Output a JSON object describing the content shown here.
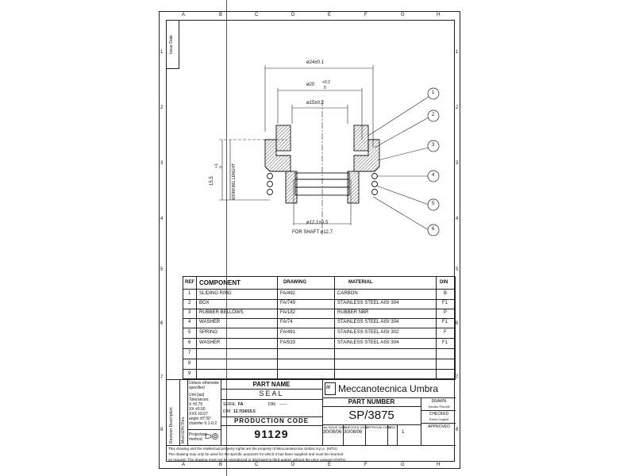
{
  "zones": {
    "cols": [
      "A",
      "B",
      "C",
      "D",
      "E",
      "F",
      "G",
      "H"
    ],
    "rows": [
      "1",
      "2",
      "3",
      "4",
      "5",
      "6",
      "7",
      "8"
    ]
  },
  "issue_label": "Issue Date",
  "drawing": {
    "dim_outer": "ø24±0.1",
    "dim_mid_main": "ø20",
    "dim_mid_tol_top": "+0.2",
    "dim_mid_tol_bottom": "0",
    "dim_inner": "ø15±0.2",
    "dim_height_main": "15.5",
    "dim_height_tol_top": "+1",
    "dim_height_tol_bottom": "0",
    "working_length": "WORKING LENGHT",
    "dim_bottom": "ø12.1±0.3",
    "shaft_label": "FOR SHAFT ø12.7",
    "callouts": [
      "1",
      "2",
      "3",
      "4",
      "5",
      "6"
    ]
  },
  "table": {
    "headers": [
      "REF",
      "COMPONENT",
      "DRAWING",
      "MATERIAL",
      "DIN"
    ],
    "rows": [
      {
        "ref": "1",
        "component": "SLIDING RING",
        "drawing": "FA/492",
        "material": "CARBON",
        "din": "B"
      },
      {
        "ref": "2",
        "component": "BOX",
        "drawing": "FA/749",
        "material": "STAINLESS STEEL AISI 304",
        "din": "F1"
      },
      {
        "ref": "3",
        "component": "RUBBER BELLOWS",
        "drawing": "FA/182",
        "material": "RUBBER NBR",
        "din": "P"
      },
      {
        "ref": "4",
        "component": "WASHER",
        "drawing": "FA/74",
        "material": "STAINLESS STEEL AISI 304",
        "din": "F1"
      },
      {
        "ref": "5",
        "component": "SPRING",
        "drawing": "FA/491",
        "material": "STAINLESS STEEL AISI 302",
        "din": "F"
      },
      {
        "ref": "6",
        "component": "WASHER",
        "drawing": "FA/533",
        "material": "STAINLESS STEEL AISI 304",
        "din": "F1"
      },
      {
        "ref": "7",
        "component": "",
        "drawing": "",
        "material": "",
        "din": ""
      },
      {
        "ref": "8",
        "component": "",
        "drawing": "",
        "material": "",
        "din": ""
      },
      {
        "ref": "9",
        "component": "",
        "drawing": "",
        "material": "",
        "din": ""
      }
    ]
  },
  "title_block": {
    "revision_label": "Revision Description",
    "mod_label": "Mod.024V Rev.",
    "tolerance_title": "Unless otherwise specified",
    "tolerance_lines": [
      "Unit [ias]",
      "Tolerances:",
      "X      ±0.75",
      "XX    ±0.50",
      "XXX  ±0.07",
      "angle ±0°30'",
      "chamfer 0.1-0.2"
    ],
    "projection_label": "Projection method",
    "part_name_label": "PART NAME",
    "part_name": "SEAL",
    "serie_label": "SERIE:",
    "serie_value": "FA",
    "din_label": "DIN:",
    "din_value": "------",
    "dim_label": "DIM:",
    "dim_value": "12.7/24/15.5",
    "production_code_label": "PRODUCTION CODE",
    "production_code": "91129",
    "company_logo": "///",
    "company_name": "Meccanotecnica Umbra",
    "part_number_label": "PART NUMBER",
    "part_number": "SP/3875",
    "drawn_label": "DRAWN",
    "drawn_name": "Sandro Pionelli",
    "checked_label": "CHECKED",
    "checked_name": "Paolo Coglioli",
    "approved_label": "APPROVED",
    "date_labels": [
      "1st ISSUE DATE",
      "CHECKED DATE",
      "APPROVAL DATE",
      "MOD"
    ],
    "date_values": [
      "30/08/06",
      "30/08/06",
      "",
      ""
    ],
    "sheet_no": "1"
  },
  "disclaimer": [
    "This drawing and the intellectual property rights are the property of Meccanotecnica Umbra S.p.A. (MTU)",
    "The drawing may only be used for the specific purposes for which it has been supplied and must be returned",
    "on request. The drawing must not be reproduced or disclosed to third parties without the prior consent of MTU"
  ]
}
